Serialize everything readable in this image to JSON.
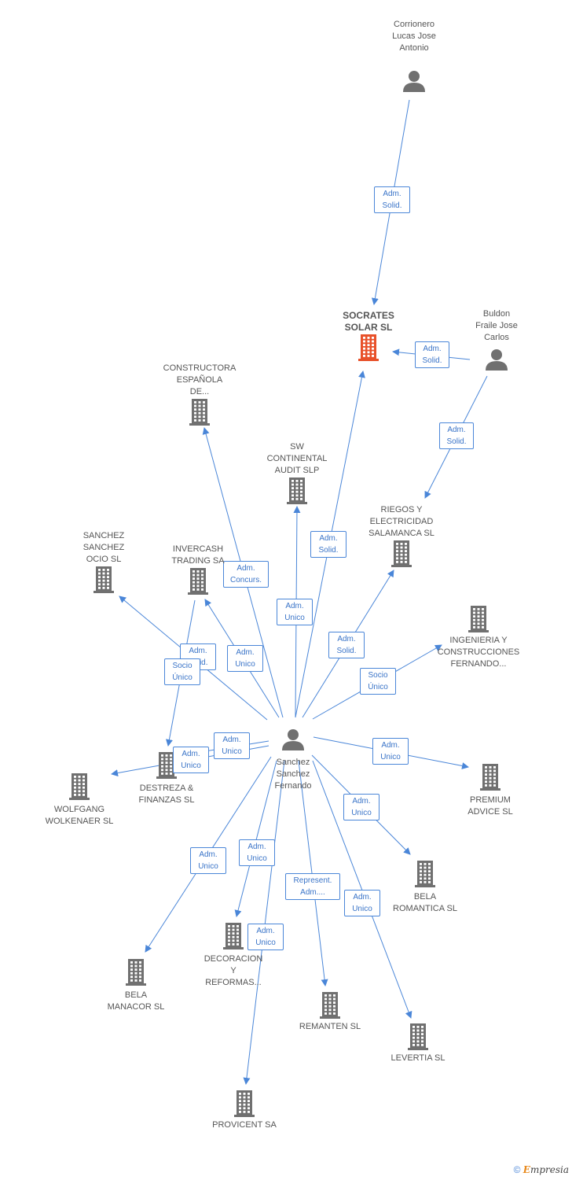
{
  "diagram": {
    "nodes": [
      {
        "id": "corrionero",
        "kind": "person",
        "label": "Corrionero\nLucas Jose\nAntonio",
        "color": "#707070"
      },
      {
        "id": "socrates",
        "kind": "company",
        "label": "SOCRATES\nSOLAR SL",
        "color": "#e8512a",
        "focus": true
      },
      {
        "id": "buldon",
        "kind": "person",
        "label": "Buldon\nFraile Jose\nCarlos",
        "color": "#707070"
      },
      {
        "id": "constructora",
        "kind": "company",
        "label": "CONSTRUCTORA\nESPAÑOLA\nDE...",
        "color": "#707070"
      },
      {
        "id": "sw",
        "kind": "company",
        "label": "SW\nCONTINENTAL\nAUDIT SLP",
        "color": "#707070"
      },
      {
        "id": "riegos",
        "kind": "company",
        "label": "RIEGOS Y\nELECTRICIDAD\nSALAMANCA SL",
        "color": "#707070"
      },
      {
        "id": "sanchezocio",
        "kind": "company",
        "label": "SANCHEZ\nSANCHEZ\nOCIO SL",
        "color": "#707070"
      },
      {
        "id": "invercash",
        "kind": "company",
        "label": "INVERCASH\nTRADING SA",
        "color": "#707070"
      },
      {
        "id": "ingenieria",
        "kind": "company",
        "label": "INGENIERIA Y\nCONSTRUCCIONES\nFERNANDO...",
        "color": "#707070"
      },
      {
        "id": "sanchez",
        "kind": "person",
        "label": "Sanchez\nSanchez\nFernando",
        "color": "#707070"
      },
      {
        "id": "destreza",
        "kind": "company",
        "label": "DESTREZA &\nFINANZAS SL",
        "color": "#707070"
      },
      {
        "id": "wolfgang",
        "kind": "company",
        "label": "WOLFGANG\nWOLKENAER SL",
        "color": "#707070"
      },
      {
        "id": "premium",
        "kind": "company",
        "label": "PREMIUM\nADVICE SL",
        "color": "#707070"
      },
      {
        "id": "belarom",
        "kind": "company",
        "label": "BELA\nROMANTICA SL",
        "color": "#707070"
      },
      {
        "id": "belaman",
        "kind": "company",
        "label": "BELA\nMANACOR SL",
        "color": "#707070"
      },
      {
        "id": "decoracion",
        "kind": "company",
        "label": "DECORACION\nY\nREFORMAS...",
        "color": "#707070"
      },
      {
        "id": "remanten",
        "kind": "company",
        "label": "REMANTEN SL",
        "color": "#707070"
      },
      {
        "id": "levertia",
        "kind": "company",
        "label": "LEVERTIA SL",
        "color": "#707070"
      },
      {
        "id": "provicent",
        "kind": "company",
        "label": "PROVICENT SA",
        "color": "#707070"
      }
    ],
    "edges": [
      {
        "from": "corrionero",
        "to": "socrates",
        "label": "Adm.\nSolid."
      },
      {
        "from": "buldon",
        "to": "socrates",
        "label": "Adm.\nSolid."
      },
      {
        "from": "buldon",
        "to": "riegos",
        "label": "Adm.\nSolid."
      },
      {
        "from": "sanchez",
        "to": "socrates",
        "label": "Adm.\nSolid."
      },
      {
        "from": "sanchez",
        "to": "constructora",
        "label": "Adm.\nConcurs."
      },
      {
        "from": "sanchez",
        "to": "sw",
        "label": "Adm.\nUnico"
      },
      {
        "from": "sanchez",
        "to": "riegos",
        "label": "Adm.\nSolid."
      },
      {
        "from": "sanchez",
        "to": "sanchezocio",
        "label": "Adm.\nSolid."
      },
      {
        "from": "sanchez",
        "to": "invercash",
        "label": "Adm.\nUnico"
      },
      {
        "from": "invercash",
        "to": "destreza",
        "label": "Socio\nÚnico"
      },
      {
        "from": "sanchez",
        "to": "ingenieria",
        "label": "Socio\nÚnico"
      },
      {
        "from": "sanchez",
        "to": "destreza",
        "label": "Adm.\nUnico"
      },
      {
        "from": "sanchez",
        "to": "wolfgang",
        "label": "Adm.\nUnico"
      },
      {
        "from": "sanchez",
        "to": "premium",
        "label": "Adm.\nUnico"
      },
      {
        "from": "sanchez",
        "to": "belarom",
        "label": "Adm.\nUnico"
      },
      {
        "from": "sanchez",
        "to": "belaman",
        "label": "Adm.\nUnico"
      },
      {
        "from": "sanchez",
        "to": "decoracion",
        "label": "Adm.\nUnico"
      },
      {
        "from": "sanchez",
        "to": "remanten",
        "label": "Represent.\nAdm...."
      },
      {
        "from": "sanchez",
        "to": "levertia",
        "label": "Adm.\nUnico"
      },
      {
        "from": "sanchez",
        "to": "provicent",
        "label": "Adm.\nUnico"
      }
    ]
  },
  "colors": {
    "edge": "#4a86d8",
    "node": "#707070",
    "focus": "#e8512a"
  },
  "footer": {
    "copyright": "©",
    "brand_first": "E",
    "brand_rest": "mpresia"
  }
}
